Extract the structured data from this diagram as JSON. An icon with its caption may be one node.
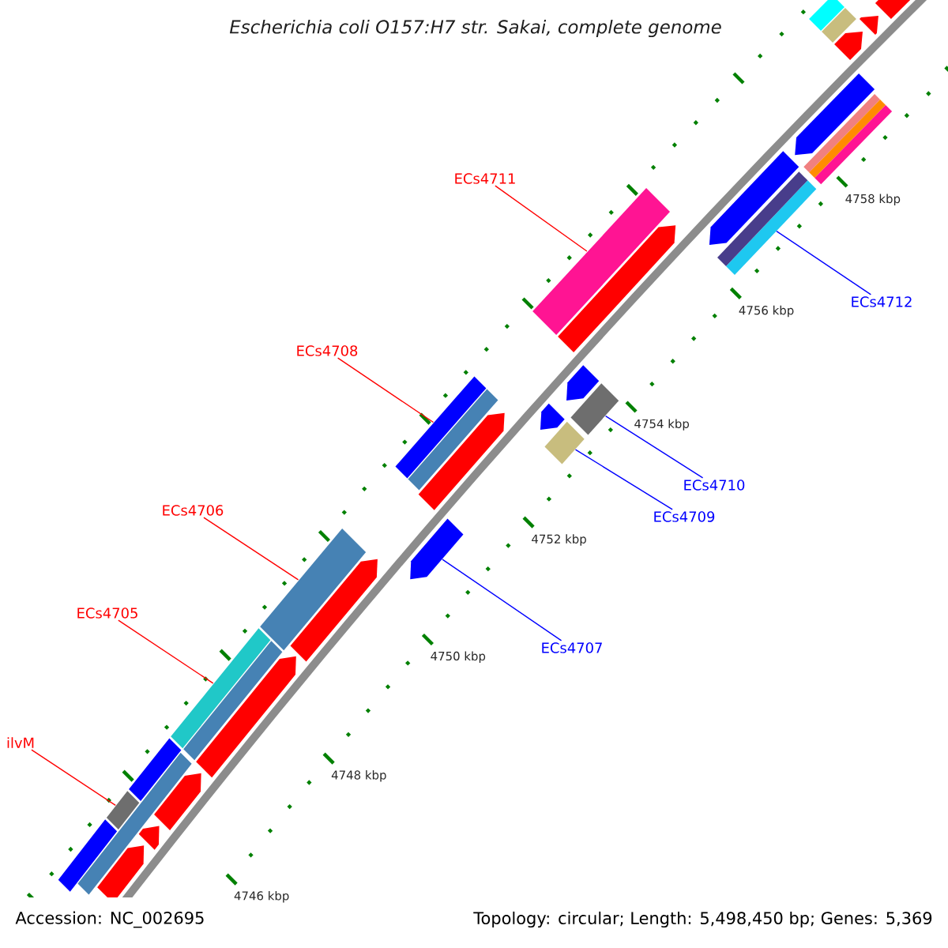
{
  "diagram": {
    "title": "Escherichia coli O157:H7 str. Sakai, complete genome",
    "nodes": [
      {
        "text": [
          "ECs4711"
        ]
      },
      {
        "text": [
          "ECs4712"
        ]
      },
      {
        "text": [
          "ECs4708"
        ]
      },
      {
        "text": [
          "ECs4710"
        ]
      },
      {
        "text": [
          "ECs4709"
        ]
      },
      {
        "text": [
          "ECs4706"
        ]
      },
      {
        "text": [
          "ECs4707"
        ]
      },
      {
        "text": [
          "ECs4705"
        ]
      },
      {
        "text": [
          "ilvM"
        ]
      },
      {
        "text": [],
        "shape": "box"
      },
      {
        "text": [],
        "shape": "box"
      },
      {
        "text": [],
        "shape": "box"
      },
      {
        "text": [],
        "shape": "box"
      },
      {
        "text": [],
        "shape": "box"
      },
      {
        "text": [],
        "shape": "box"
      },
      {
        "text": [],
        "shape": "arrow"
      },
      {
        "text": [],
        "shape": "box"
      },
      {
        "text": [],
        "shape": "box"
      },
      {
        "text": [],
        "shape": "arrow"
      },
      {
        "text": [],
        "shape": "arrow"
      },
      {
        "text": [],
        "shape": "arrow"
      },
      {
        "text": [],
        "shape": "arrow"
      },
      {
        "text": [],
        "shape": "arrow"
      },
      {
        "text": [],
        "shape": "arrow"
      },
      {
        "text": [],
        "shape": "arrow"
      },
      {
        "text": [],
        "shape": "arrow"
      },
      {
        "text": [],
        "shape": "arrow"
      },
      {
        "text": [],
        "shape": "box"
      },
      {
        "text": [],
        "shape": "box"
      },
      {
        "text": [],
        "shape": "box"
      },
      {
        "text": [],
        "shape": "box"
      },
      {
        "text": [],
        "shape": "box"
      },
      {
        "text": [],
        "shape": "box"
      },
      {
        "text": [],
        "shape": "box"
      },
      {
        "text": [],
        "shape": "box"
      },
      {
        "text": [],
        "shape": "arrow"
      },
      {
        "text": [],
        "shape": "arrow"
      },
      {
        "text": [],
        "shape": "arrow"
      },
      {
        "text": [],
        "shape": "arrow"
      },
      {
        "text": [],
        "shape": "box"
      },
      {
        "text": [],
        "shape": "box"
      },
      {
        "text": [],
        "shape": "box"
      },
      {
        "text": [],
        "shape": "box"
      }
    ],
    "edges": [
      {
        "from": 0,
        "to": 9,
        "arrow": "none"
      },
      {
        "from": 1,
        "to": 10,
        "arrow": "none",
        "color": "#0000ff"
      },
      {
        "from": 2,
        "to": 11,
        "arrow": "none"
      },
      {
        "from": 3,
        "to": 12,
        "arrow": "none",
        "color": "#0000ff"
      },
      {
        "from": 4,
        "to": 13,
        "arrow": "none",
        "color": "#0000ff"
      },
      {
        "from": 5,
        "to": 14,
        "arrow": "none"
      },
      {
        "from": 6,
        "to": 15,
        "arrow": "none",
        "color": "#0000ff"
      },
      {
        "from": 7,
        "to": 16,
        "arrow": "none"
      },
      {
        "from": 8,
        "to": 17,
        "arrow": "none"
      }
    ],
    "labels": [
      "4746 kbp",
      "4748 kbp",
      "4750 kbp",
      "4752 kbp",
      "4754 kbp",
      "4756 kbp",
      "4758 kbp",
      "Accession: NC_002695",
      "Topology: circular; Length: 5,498,450 bp; Genes: 5,369"
    ]
  }
}
